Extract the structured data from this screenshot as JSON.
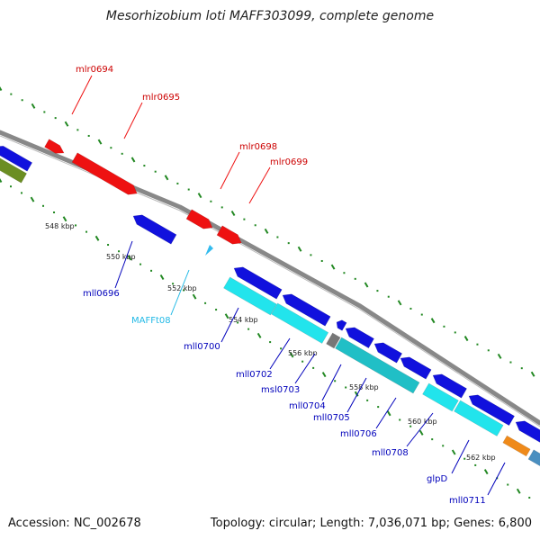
{
  "title": "Mesorhizobium loti MAFF303099, complete genome",
  "footer": {
    "accession": "Accession: NC_002678",
    "summary": "Topology: circular; Length: 7,036,071 bp; Genes: 6,800"
  },
  "colors": {
    "forward_gene": "#ee1111",
    "reverse_gene": "#1111dd",
    "reverse_cds": "#22e4ec",
    "trna": "#33bbee",
    "backbone": "#888888",
    "ticks": "#228822",
    "olive_gene": "#6b8e23",
    "pseudo_gray": "#777777",
    "orange_feature": "#ef8a1a",
    "steel_feature": "#4a8fc0"
  },
  "scale_labels": [
    "548 kbp",
    "550 kbp",
    "552 kbp",
    "554 kbp",
    "556 kbp",
    "558 kbp",
    "560 kbp",
    "562 kbp"
  ],
  "forward_labels": [
    "mlr0694",
    "mlr0695",
    "mlr0698",
    "mlr0699"
  ],
  "reverse_labels": [
    "mll0696",
    "MAFFt08",
    "mll0700",
    "mll0702",
    "msl0703",
    "mll0704",
    "mll0705",
    "mll0706",
    "mll0708",
    "glpD",
    "mll0711"
  ]
}
